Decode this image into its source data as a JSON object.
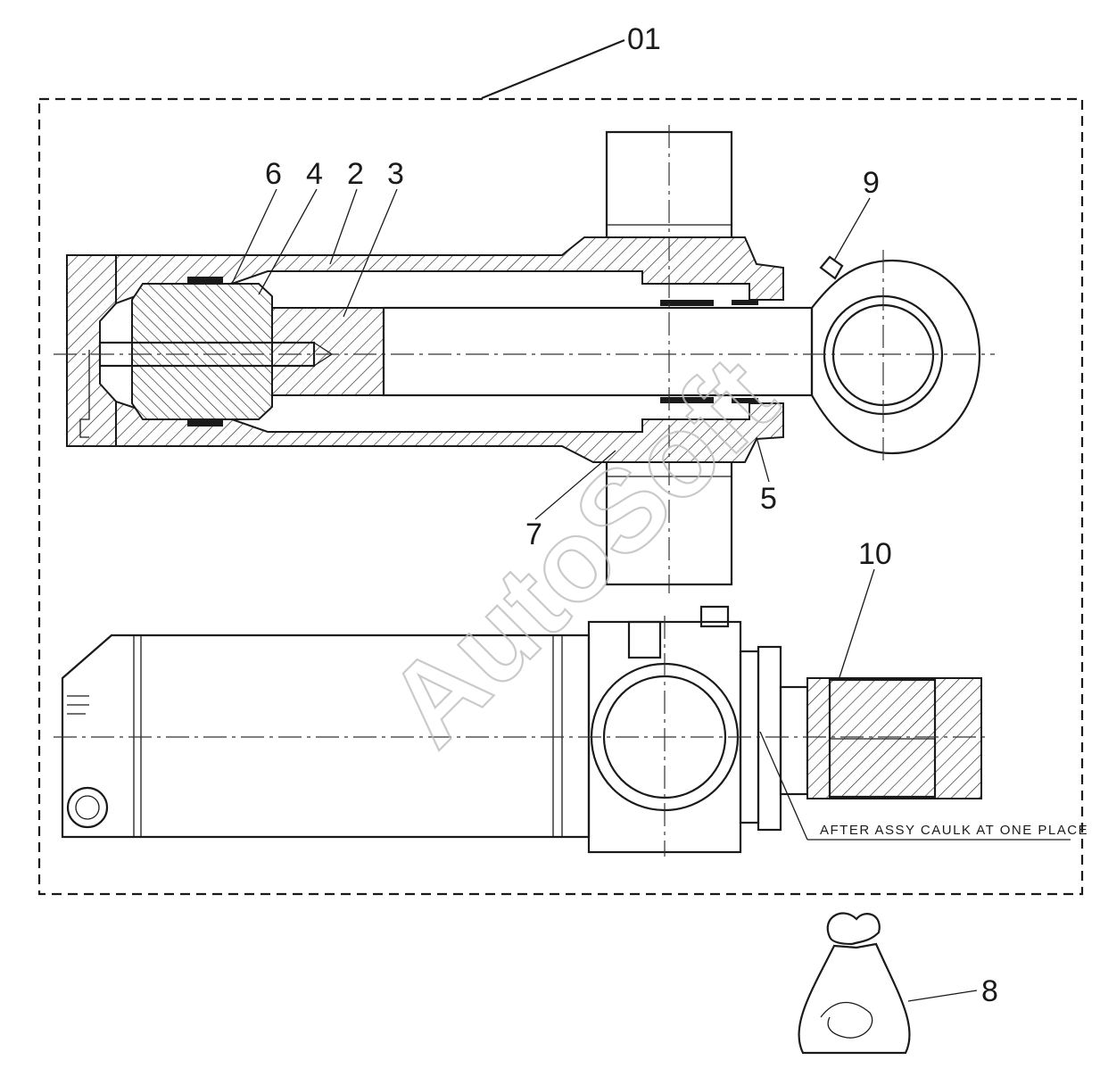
{
  "assembly_label": "01",
  "parts": [
    {
      "id": "6",
      "label": "6"
    },
    {
      "id": "4",
      "label": "4"
    },
    {
      "id": "2",
      "label": "2"
    },
    {
      "id": "3",
      "label": "3"
    },
    {
      "id": "9",
      "label": "9"
    },
    {
      "id": "5",
      "label": "5"
    },
    {
      "id": "7",
      "label": "7"
    },
    {
      "id": "10",
      "label": "10"
    },
    {
      "id": "8",
      "label": "8"
    }
  ],
  "note": "AFTER ASSY CAULK AT ONE PLACE",
  "watermark": "AutoSoft"
}
